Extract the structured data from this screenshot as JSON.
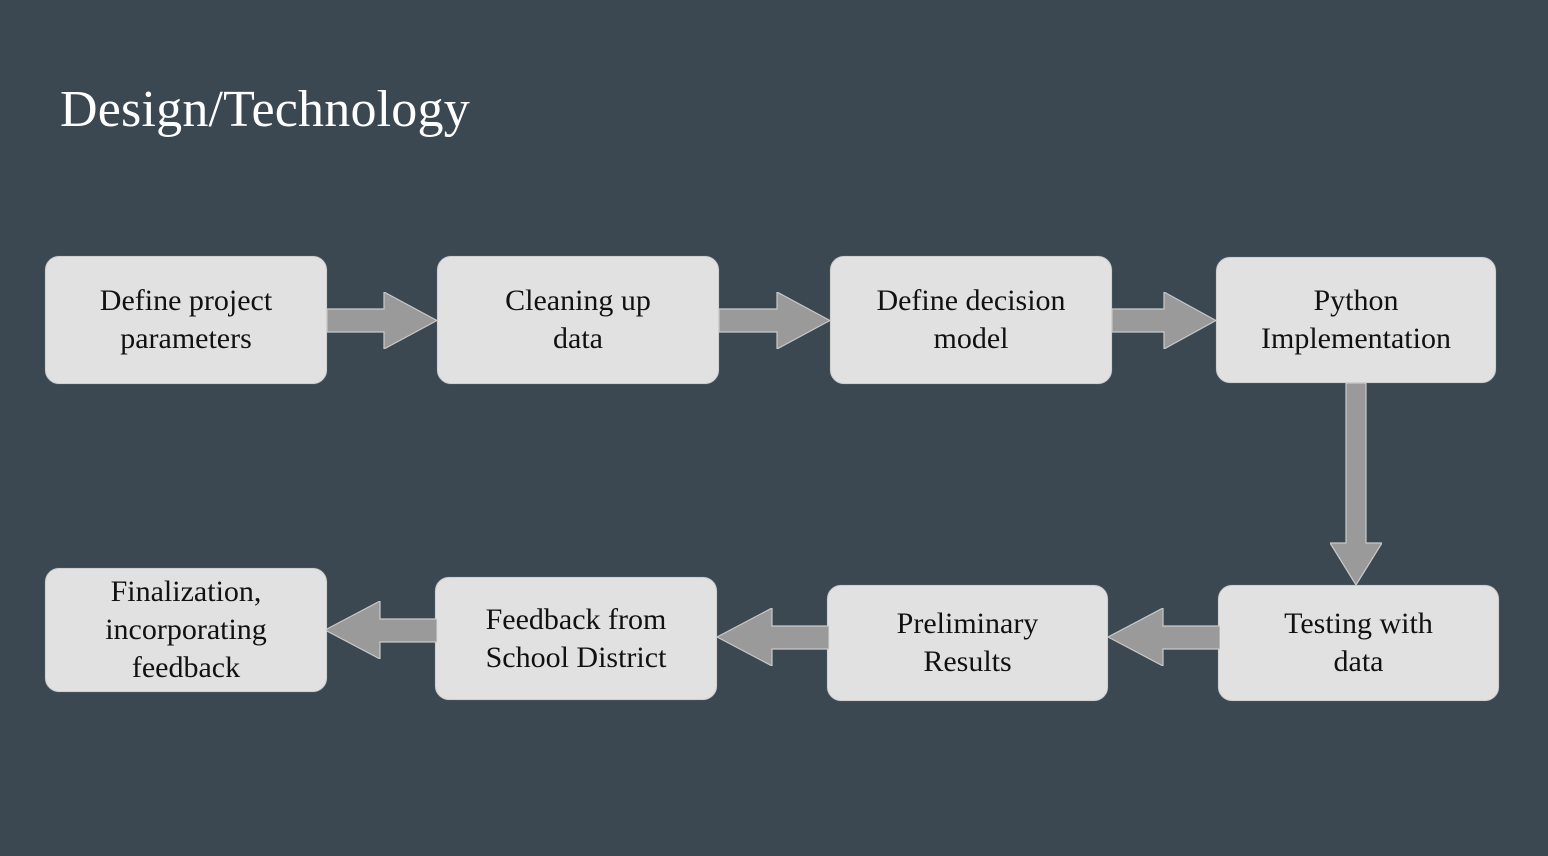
{
  "slide": {
    "title": "Design/Technology",
    "background_color": "#3b4851",
    "title_color": "#ffffff",
    "node_fill_color": "#e1e1e1",
    "node_text_color": "#111111",
    "arrow_color": "#9a9a9a"
  },
  "flow": {
    "top_row": [
      {
        "id": "define-project",
        "label": "Define project\nparameters"
      },
      {
        "id": "cleaning-data",
        "label": "Cleaning up\ndata"
      },
      {
        "id": "define-model",
        "label": "Define decision\nmodel"
      },
      {
        "id": "python-impl",
        "label": "Python\nImplementation"
      }
    ],
    "bottom_row": [
      {
        "id": "testing-data",
        "label": "Testing  with\ndata"
      },
      {
        "id": "preliminary-results",
        "label": "Preliminary\nResults"
      },
      {
        "id": "feedback-district",
        "label": "Feedback from\nSchool District"
      },
      {
        "id": "finalization",
        "label": "Finalization,\nincorporating\nfeedback"
      }
    ],
    "connectors": [
      {
        "id": "arrow-1",
        "direction": "right",
        "from": "define-project",
        "to": "cleaning-data"
      },
      {
        "id": "arrow-2",
        "direction": "right",
        "from": "cleaning-data",
        "to": "define-model"
      },
      {
        "id": "arrow-3",
        "direction": "right",
        "from": "define-model",
        "to": "python-impl"
      },
      {
        "id": "arrow-4",
        "direction": "down",
        "from": "python-impl",
        "to": "testing-data"
      },
      {
        "id": "arrow-5",
        "direction": "left",
        "from": "testing-data",
        "to": "preliminary-results"
      },
      {
        "id": "arrow-6",
        "direction": "left",
        "from": "preliminary-results",
        "to": "feedback-district"
      },
      {
        "id": "arrow-7",
        "direction": "left",
        "from": "feedback-district",
        "to": "finalization"
      }
    ]
  }
}
